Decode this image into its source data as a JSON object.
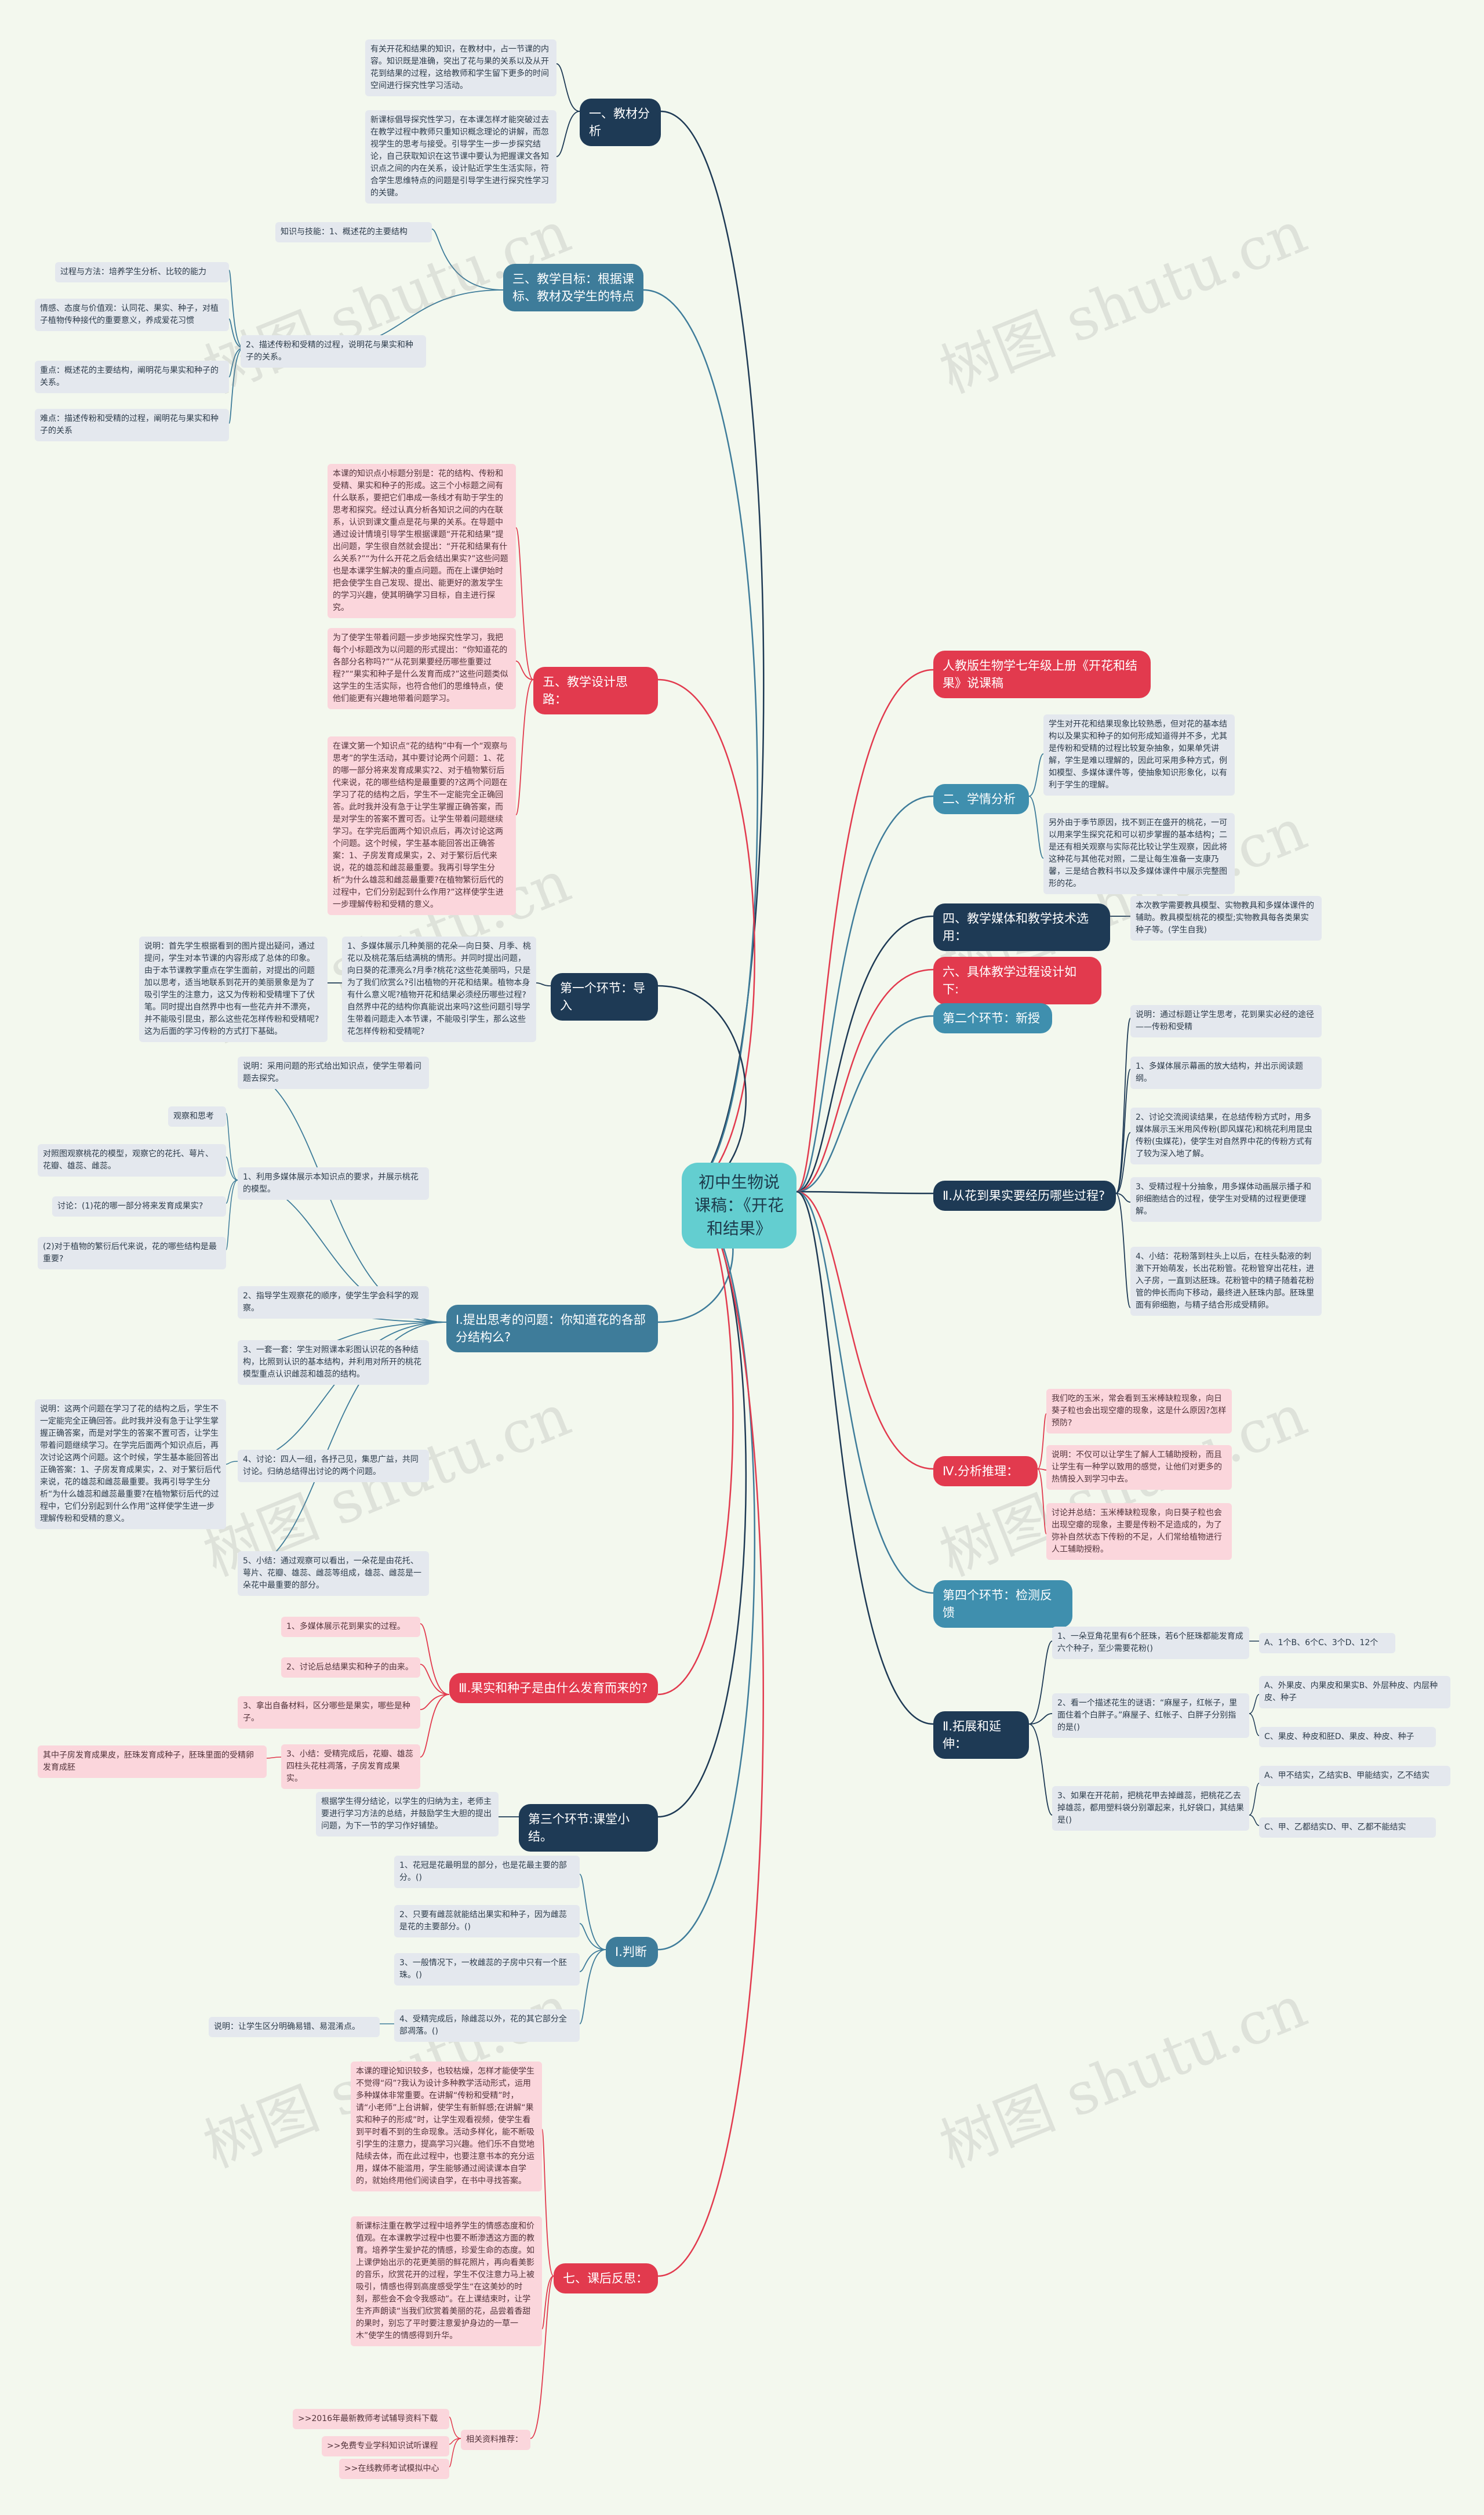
{
  "watermark": "树图 shutu.cn",
  "colors": {
    "root": "#63ced0",
    "dark_branch": "#1e3a55",
    "blue_branch": "#3e7c9a",
    "red_branch": "#e23a4e",
    "leaf_gray": "#e4e8ee",
    "leaf_pink": "#fbd6dc"
  },
  "root": "初中生物说课稿：《开花和结果》",
  "right": {
    "red_title": "人教版生物学七年级上册《开花和结果》说课稿",
    "learn_label": "二、学情分析",
    "learn_1": "学生对开花和结果现象比较熟悉，但对花的基本结构以及果实和种子的如何形成知道得并不多，尤其是传粉和受精的过程比较复杂抽象，如果单凭讲解，学生是难以理解的，因此可采用多种方式，例如模型、多媒体课件等，使抽象知识形象化，以有利于学生的理解。",
    "learn_2": "另外由于季节原因，找不到正在盛开的桃花，一可以用来学生探究花和可以初步掌握的基本结构；二是还有相关观察与实际花比较让学生观察，因此将这种花与其他花对照，二是让每生准备一支康乃馨，三是结合教科书以及多媒体课件中展示完整图形的花。",
    "media_label": "四、教学媒体和教学技术选用：",
    "media_text": "本次教学需要教具模型、实物教具和多媒体课件的辅助。教具模型桃花的模型;实物教具每各类果实种子等。(学生自我)",
    "six": "六、具体教学过程设计如下:",
    "s2": "第二个环节：新授",
    "q2": "Ⅱ.从花到果实要经历哪些过程?",
    "q2_items": [
      "说明：通过标题让学生思考，花到果实必经的途径——传粉和受精",
      "1、多媒体展示幕画的放大结构，并出示阅读题纲。",
      "2、讨论交流阅读结果，在总结传粉方式时，用多媒体展示玉米用风传粉(即风媒花)和桃花利用昆虫传粉(虫媒花)，使学生对自然界中花的传粉方式有了较为深入地了解。",
      "3、受精过程十分抽象，用多媒体动画展示播子和卵细胞结合的过程，使学生对受精的过程更便理解。",
      "4、小结：花粉落到柱头上以后，在柱头黏液的刺激下开始萌发，长出花粉管。花粉管穿出花柱，进入子房，一直到达胚珠。花粉管中的精子随着花粉管的伸长而向下移动，最终进入胚珠内部。胚珠里面有卵细胞，与精子结合形成受精卵。"
    ],
    "q4": "Ⅳ.分析推理：",
    "q4_items": [
      "我们吃的玉米，常会看到玉米棒缺粒现象，向日葵子粒也会出现空瘪的现象，这是什么原因?怎样预防?",
      "说明：不仅可以让学生了解人工辅助授粉，而且让学生有一种学以致用的感觉，让他们对更多的热情投入到学习中去。",
      "讨论并总结：玉米棒缺粒现象，向日葵子粒也会出现空瘪的现象，主要是传粉不足造成的，为了弥补自然状态下传粉的不足，人们常给植物进行人工辅助授粉。"
    ],
    "s4": "第四个环节：检测反馈",
    "ext": "Ⅱ.拓展和延伸：",
    "ext_q1": "1、一朵豆角花里有6个胚珠，若6个胚珠都能发育成六个种子，至少需要花粉()",
    "ext_q1_a": "A、1个B、6个C、3个D、12个",
    "ext_q2": "2、看一个描述花生的谜语：“麻屋子，红帐子，里面住着个白胖子。”麻屋子、红帐子、白胖子分别指的是()",
    "ext_q2_a1": "A、外果皮、内果皮和果实B、外层种皮、内层种皮、种子",
    "ext_q2_a2": "C、果皮、种皮和胚D、果皮、种皮、种子",
    "ext_q3": "3、如果在开花前，把桃花甲去掉雌蕊，把桃花乙去掉雄蕊，都用塑料袋分别罩起来，扎好袋口，其结果是()",
    "ext_q3_a1": "A、甲不结实，乙结实B、甲能结实，乙不结实",
    "ext_q3_a2": "C、甲、乙都结实D、甲、乙都不能结实"
  },
  "left": {
    "analysis": "一、教材分析",
    "analysis_1": "有关开花和结果的知识，在教材中，占一节课的内容。知识既是准确，突出了花与果的关系以及从开花到结果的过程，这给教师和学生留下更多的时间空间进行探究性学习活动。",
    "analysis_2": "新课标倡导探究性学习，在本课怎样才能突破过去在教学过程中教师只重知识概念理论的讲解，而忽视学生的思考与接受。引导学生一步一步探究结论，自己获取知识在这节课中要认为把握课文各知识点之间的内在关系，设计贴近学生生活实际，符合学生思维特点的问题是引导学生进行探究性学习的关键。",
    "goals": "三、教学目标：根据课标、教材及学生的特点",
    "goals_1": "知识与技能：1、概述花的主要结构",
    "goals_2": "2、描述传粉和受精的过程，说明花与果实和种子的关系。",
    "goals_3": "过程与方法：培养学生分析、比较的能力",
    "goals_4": "情感、态度与价值观：认同花、果实、种子，对植子植物传种接代的重要意义，养成爱花习惯",
    "goals_5": "重点：概述花的主要结构，阐明花与果实和种子的关系。",
    "goals_6": "难点：描述传粉和受精的过程，阐明花与果实和种子的关系",
    "design": "五、教学设计思路：",
    "design_1": "本课的知识点小标题分别是：花的结构、传粉和受精、果实和种子的形成。这三个小标题之间有什么联系，要把它们串成一条线才有助于学生的思考和探究。经过认真分析各知识之间的内在联系，认识到课文重点是花与果的关系。在导题中通过设计情境引导学生根据课题“开花和结果”提出问题，学生很自然就会提出：“开花和结果有什么关系?”“为什么开花之后会结出果实?”这些问题也是本课学生解决的重点问题。而在上课伊始时把会使学生自己发现、提出、能更好的激发学生的学习兴趣，使其明确学习目标，自主进行探究。",
    "design_2": "为了使学生带着问题一步步地探究性学习，我把每个小标题改为以问题的形式提出：“你知道花的各部分名称吗?”“从花到果要经历哪些重要过程?”“果实和种子是什么发育而成?”这些问题类似这学生的生活实际，也符合他们的思维特点，使他们能更有兴趣地带着问题学习。",
    "design_3": "在课文第一个知识点“花的结构”中有一个“观察与思考”的学生活动，其中要讨论两个问题：1、花的哪一部分将来发育成果实?2、对于植物繁衍后代来说，花的哪些结构是最重要的?这两个问题在学习了花的结构之后，学生不一定能完全正确回答。此时我并没有急于让学生掌握正确答案，而是对学生的答案不置可否。让学生带着问题继续学习。在学完后面两个知识点后，再次讨论这两个问题。这个时候，学生基本能回答出正确答案：1、子房发育成果实，2、对于繁衍后代来说，花的雄蕊和雌蕊最重要。我再引导学生分析“为什么雄蕊和雌蕊最重要?在植物繁衍后代的过程中，它们分别起到什么作用?”这样使学生进一步理解传粉和受精的意义。",
    "step1": "第一个环节：导入",
    "step1_1": "1、多媒体展示几种美丽的花朵—向日葵、月季、桃花以及桃花落后结满桃的情形。并同时提出问题，向日葵的花漂亮么?月季?桃花?这些花美丽吗，只是为了我们欣赏么?引出植物的开花和结果。植物本身有什么意义呢?植物开花和结果必须经历哪些过程?自然界中花的结构你真能说出来吗?这些问题引导学生带着问题走入本节课，不能吸引学生，那么这些花怎样传粉和受精呢?",
    "step1_2": "说明：首先学生根据看到的图片提出疑问，通过提问，学生对本节课的内容形成了总体的印象。由于本节课教学重点在学生面前，对提出的问题加以思考，适当地联系到花开的美丽景象是为了吸引学生的注意力，这又为传粉和受精埋下了伏笔。同时提出自然界中也有一些花卉并不漂亮，并不能吸引昆虫，那么这些花怎样传粉和受精呢?这为后面的学习传粉的方式打下基础。",
    "q1": "Ⅰ.提出思考的问题：你知道花的各部分结构么?",
    "q1_0": "说明：采用问题的形式给出知识点，使学生带着问题去探究。",
    "q1_1": "1、利用多媒体展示本知识点的要求，并展示桃花的模型。",
    "q1_1a": "观察和思考",
    "q1_1b": "对照图观察桃花的模型，观察它的花托、萼片、花瓣、雄蕊、雌蕊。",
    "q1_1c": "讨论：(1)花的哪一部分将来发育成果实?",
    "q1_1d": "(2)对于植物的繁衍后代来说，花的哪些结构是最重要?",
    "q1_2": "2、指导学生观察花的顺序，使学生学会科学的观察。",
    "q1_3": "3、一套一套：学生对照课本彩图认识花的各种结构，比照到认识的基本结构，并利用对所开的桃花模型重点认识雌蕊和雄蕊的结构。",
    "q1_4": "4、讨论：四人一组，各抒己见，集思广益，共同讨论。归纳总结得出讨论的两个问题。",
    "q1_4note": "说明：这两个问题在学习了花的结构之后，学生不一定能完全正确回答。此时我并没有急于让学生掌握正确答案，而是对学生的答案不置可否，让学生带着问题继续学习。在学完后面两个知识点后，再次讨论这两个问题。这个时候，学生基本能回答出正确答案：1、子房发育成果实，2、对于繁衍后代来说，花的雄蕊和雌蕊最重要。我再引导学生分析“为什么雄蕊和雌蕊最重要?在植物繁衍后代的过程中，它们分别起到什么作用”这样使学生进一步理解传粉和受精的意义。",
    "q1_5": "5、小结：通过观察可以看出，一朵花是由花托、萼片、花瓣、雄蕊、雌蕊等组成，雄蕊、雌蕊是一朵花中最重要的部分。",
    "q3": "Ⅲ.果实和种子是由什么发育而来的?",
    "q3_1": "1、多媒体展示花到果实的过程。",
    "q3_2": "2、讨论后总结果实和种子的由来。",
    "q3_3": "3、拿出自备材料，区分哪些是果实，哪些是种子。",
    "q3_4": "3、小结：受精完成后，花瓣、雄蕊四柱头花柱凋落，子房发育成果实。",
    "q3_4note": "其中子房发育成果皮，胚珠发育成种子，胚珠里面的受精卵发育成胚",
    "step3": "第三个环节:课堂小结。",
    "step3_1": "根据学生得分结论，以学生的归纳为主，老师主要进行学习方法的总结，并鼓励学生大胆的提出问题，为下一节的学习作好铺垫。",
    "judge": "Ⅰ.判断",
    "judge_1": "1、花冠是花最明显的部分，也是花最主要的部分。()",
    "judge_2": "2、只要有雌蕊就能结出果实和种子，因为雌蕊是花的主要部分。()",
    "judge_3": "3、一般情况下，一枚雌蕊的子房中只有一个胚珠。()",
    "judge_4": "4、受精完成后，除雌蕊以外，花的其它部分全部凋落。()",
    "judge_note": "说明：让学生区分明确易错、易混淆点。",
    "reflect": "七、课后反思：",
    "reflect_1": "本课的理论知识较多，也较枯燥，怎样才能使学生不觉得“闷”?我认为设计多种教学活动形式，运用多种媒体非常重要。在讲解“传粉和受精”时，请“小老师”上台讲解，使学生有新鲜感;在讲解“果实和种子的形成”时，让学生观看视频，使学生看到平时看不到的生命现象。活动多样化，能不断吸引学生的注意力，提高学习兴趣。他们乐不自觉地陆续去体，而在此过程中，也要注意书本的充分运用，媒体不能滥用，学生能够通过阅读课本自学的，就始终用他们阅读自学，在书中寻找答案。",
    "reflect_2": "新课标注重在教学过程中培养学生的情感态度和价值观。在本课教学过程中也要不断渗透这方面的教育。培养学生爱护花的情感，珍爱生命的态度。如上课伊始出示的花更美丽的鲜花照片，再向看美影的音乐，欣赏花开的过程，学生不仅注意力马上被吸引，情感也得到高度感受学生“在这美妙的时刻，那些会不会令我感动”。在上课结束时，让学生齐声朗读“当我们欣赏着美丽的花，品尝着香甜的果时，别忘了平时要注意爱护身边的一草一木”使学生的情感得到升华。",
    "related": "相关资料推荐：",
    "related_items": [
      ">>2016年最新教师考试辅导资料下载",
      ">>免费专业学科知识试听课程",
      ">>在线教师考试模拟中心"
    ]
  }
}
